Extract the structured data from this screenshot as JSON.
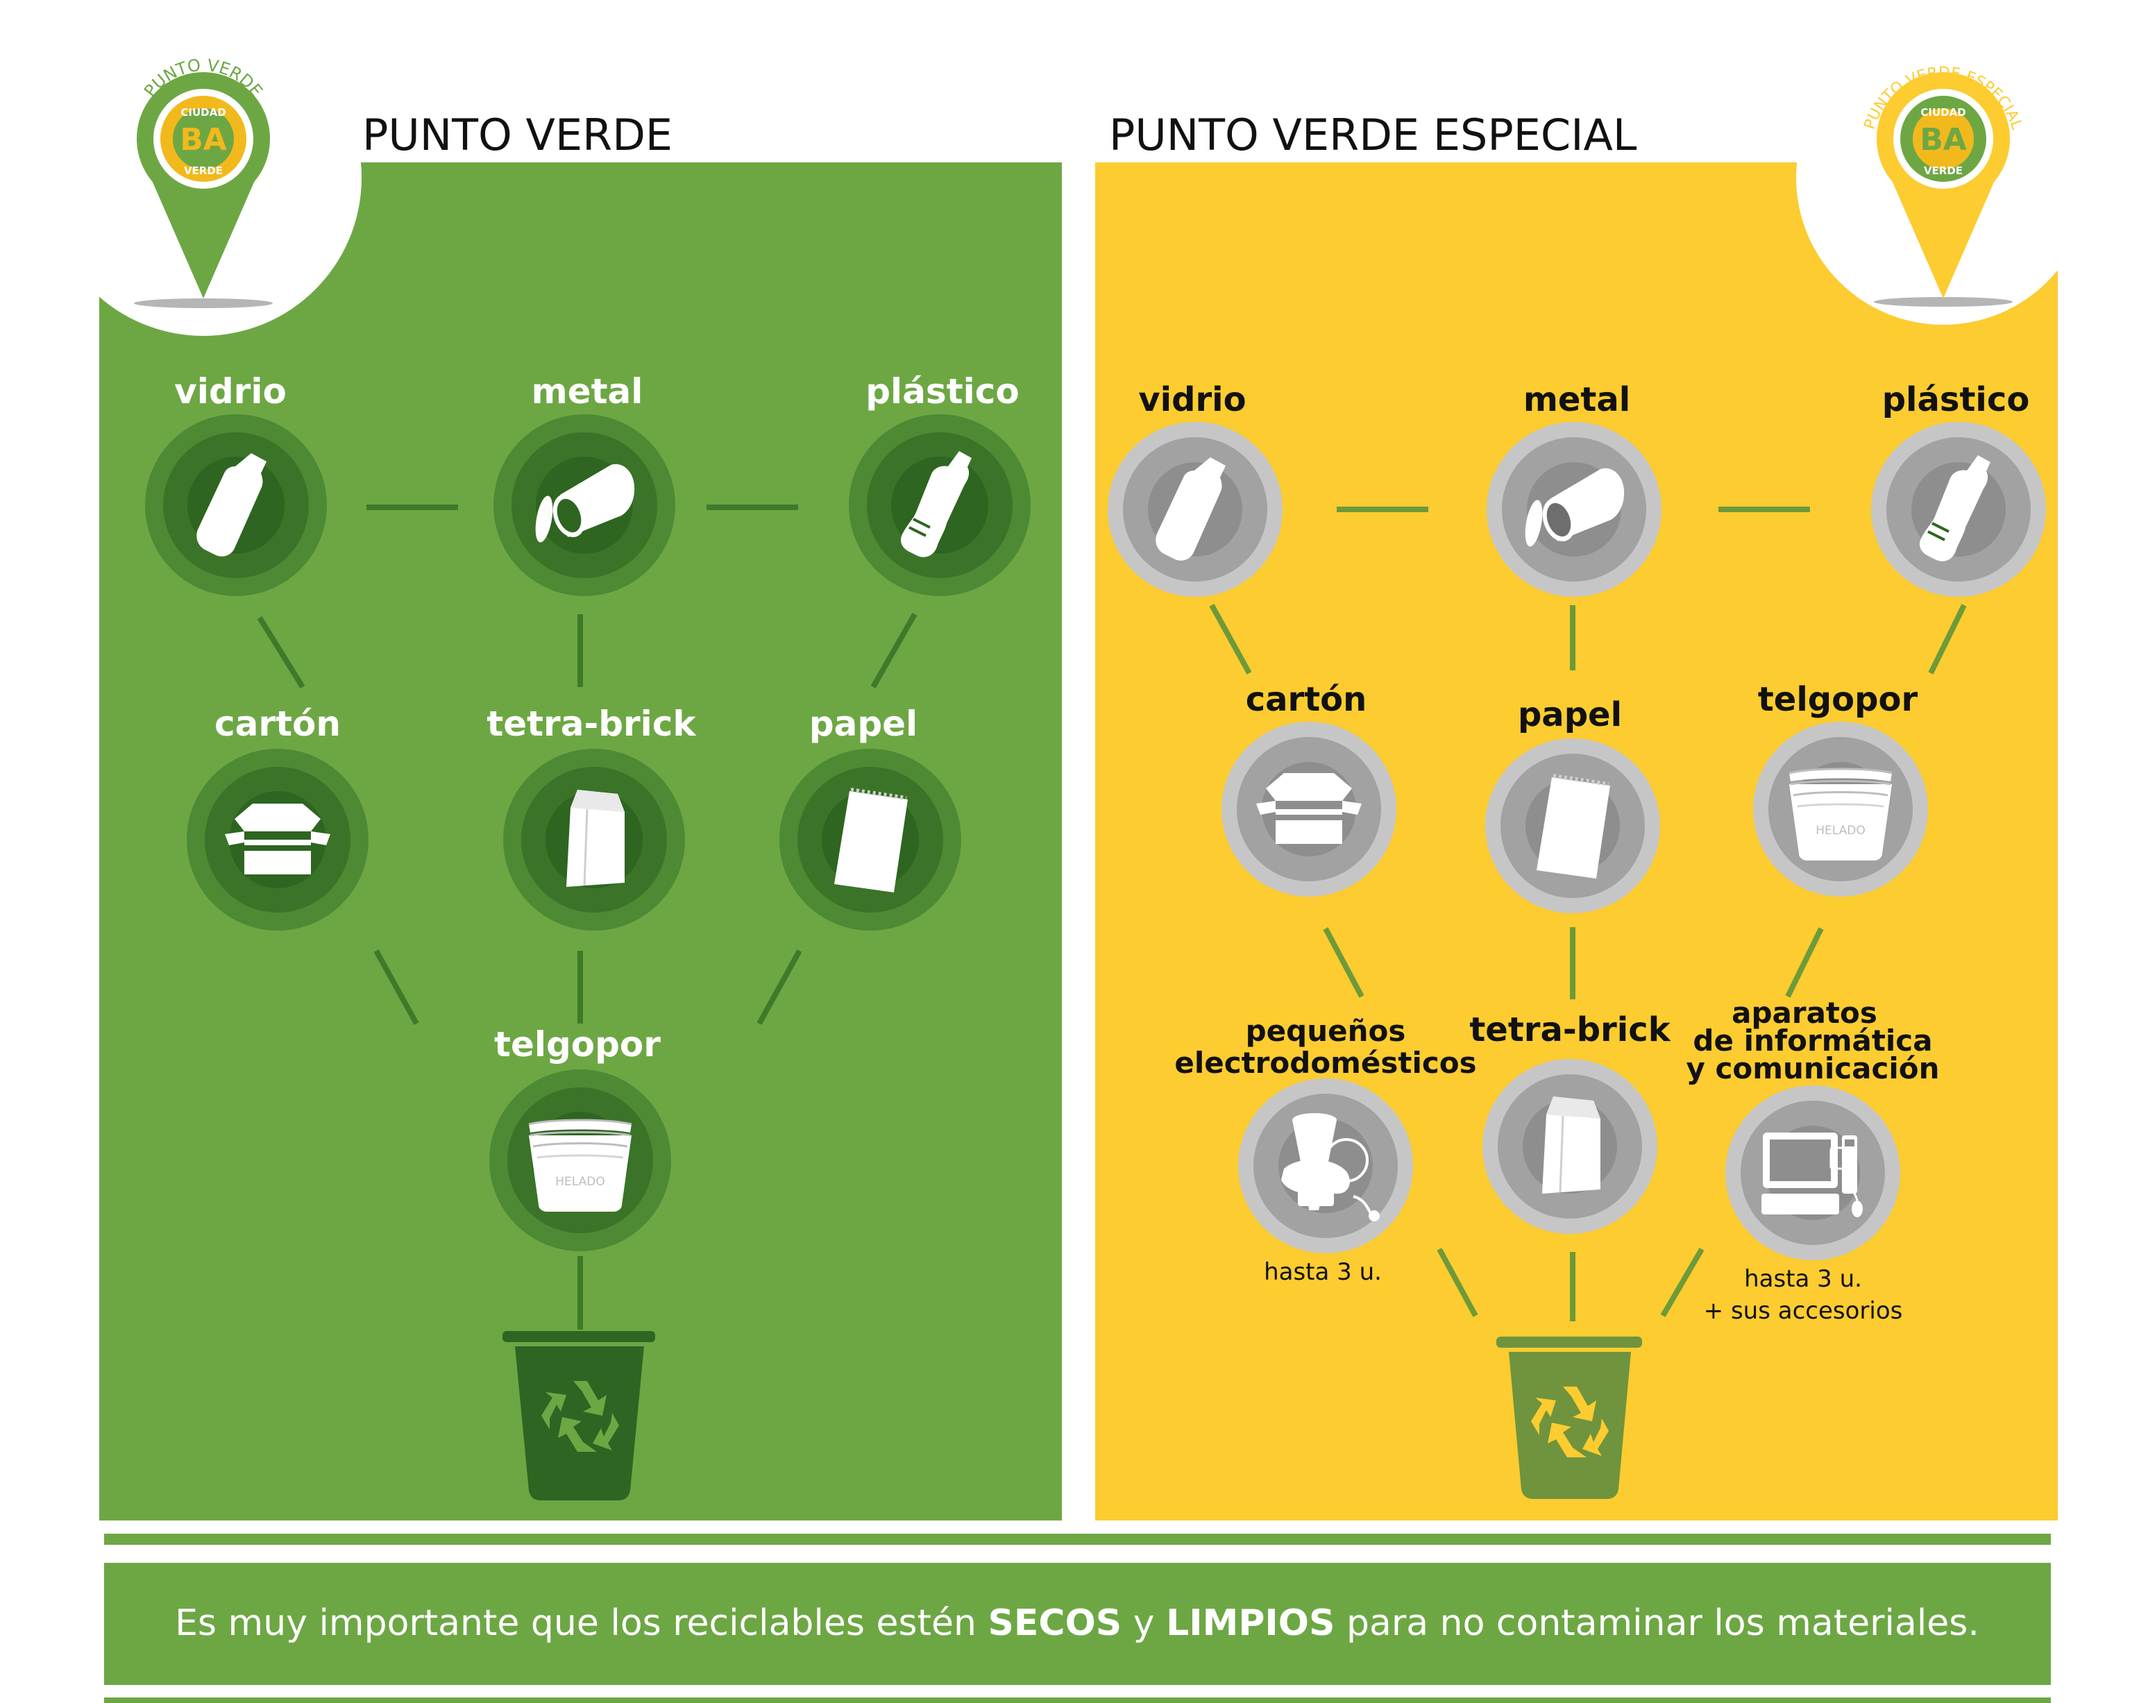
{
  "colors": {
    "green_panel": "#6da744",
    "yellow_panel": "#fccc30",
    "green_ring": "#4d8a33",
    "green_inner": "#2e6520",
    "gray_ring": "#c6c6c6",
    "gray_inner": "#8e8e8e",
    "bin_green": "#2e6523",
    "bin_olive": "#6f943d"
  },
  "left_panel": {
    "title": "PUNTO VERDE",
    "badge": {
      "arc": "PUNTO VERDE",
      "top": "CIUDAD",
      "mid": "BA",
      "bottom": "VERDE"
    },
    "items": [
      {
        "label": "vidrio",
        "icon": "bottle-icon"
      },
      {
        "label": "metal",
        "icon": "can-icon"
      },
      {
        "label": "plástico",
        "icon": "plastic-bottle-icon"
      },
      {
        "label": "cartón",
        "icon": "box-icon"
      },
      {
        "label": "tetra-brick",
        "icon": "carton-icon"
      },
      {
        "label": "papel",
        "icon": "paper-icon"
      },
      {
        "label": "telgopor",
        "icon": "foam-cup-icon",
        "inner_text": "HELADO"
      }
    ],
    "bin_icon": "recycling-bin-icon"
  },
  "right_panel": {
    "title": "PUNTO VERDE ESPECIAL",
    "badge": {
      "arc": "PUNTO VERDE ESPECIAL",
      "top": "CIUDAD",
      "mid": "BA",
      "bottom": "VERDE"
    },
    "items": [
      {
        "label": "vidrio",
        "icon": "bottle-icon"
      },
      {
        "label": "metal",
        "icon": "can-icon"
      },
      {
        "label": "plástico",
        "icon": "plastic-bottle-icon"
      },
      {
        "label": "cartón",
        "icon": "box-icon"
      },
      {
        "label": "papel",
        "icon": "paper-icon"
      },
      {
        "label": "telgopor",
        "icon": "foam-cup-icon",
        "inner_text": "HELADO"
      },
      {
        "label_lines": [
          "pequeños",
          "electrodomésticos"
        ],
        "icon": "appliance-icon",
        "note_lines": [
          "hasta 3 u."
        ]
      },
      {
        "label": "tetra-brick",
        "icon": "carton-icon"
      },
      {
        "label_lines": [
          "aparatos",
          "de informática",
          "y comunicación"
        ],
        "icon": "computer-icon",
        "note_lines": [
          "hasta 3 u.",
          "+ sus accesorios"
        ]
      }
    ],
    "bin_icon": "recycling-bin-icon"
  },
  "footer": {
    "before": "Es muy importante que los reciclables estén ",
    "bold1": "SECOS",
    "middle": " y ",
    "bold2": "LIMPIOS",
    "after": " para no contaminar los materiales."
  }
}
